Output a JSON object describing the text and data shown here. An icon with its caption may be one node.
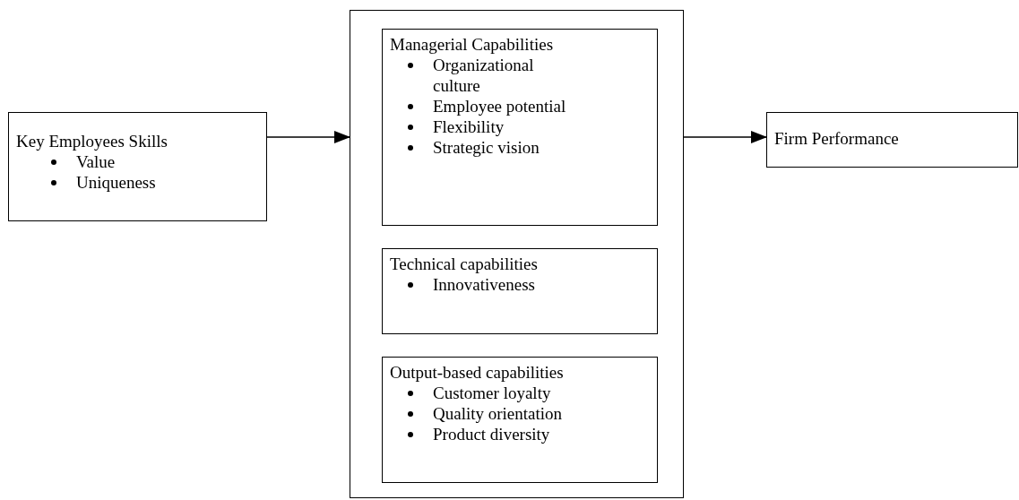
{
  "diagram": {
    "nodes": [
      {
        "text": [
          "Key Employees Skills",
          "Value",
          "Uniqueness"
        ]
      },
      {
        "text": [],
        "shape": "box"
      },
      {
        "text": [
          "Managerial Capabilities",
          "Organizational culture",
          "Employee potential",
          "Flexibility",
          "Strategic vision"
        ],
        "in": 1
      },
      {
        "text": [
          "Technical capabilities",
          "Innovativeness"
        ],
        "in": 1
      },
      {
        "text": [
          "Output-based capabilities",
          "Customer loyalty",
          "Quality orientation",
          "Product diversity"
        ],
        "in": 1
      },
      {
        "text": [
          "Firm Performance"
        ]
      }
    ],
    "edges": [
      {
        "from": 0,
        "to": 1,
        "arrow": "to"
      },
      {
        "from": 1,
        "to": 5,
        "arrow": "to"
      }
    ]
  }
}
